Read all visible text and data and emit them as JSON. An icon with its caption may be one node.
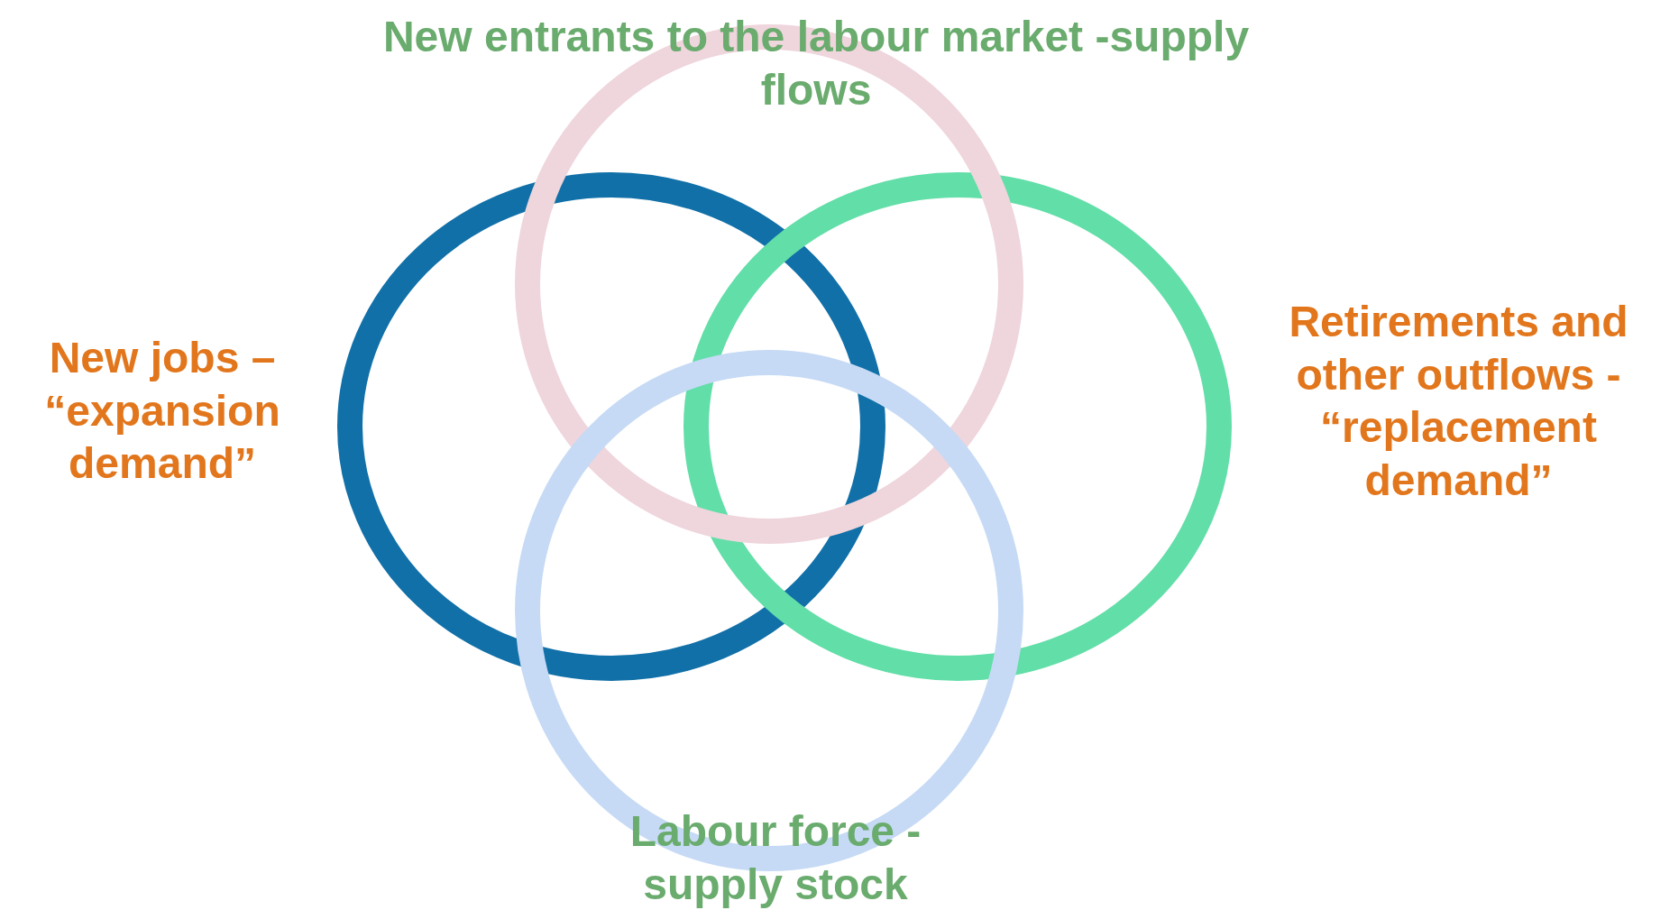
{
  "diagram": {
    "nodes": [
      {
        "text": [
          "New entrants to the labour market -supply flows"
        ]
      },
      {
        "text": [
          "New jobs – “expansion demand”"
        ]
      },
      {
        "text": [
          "Retirements and other outflows - “replacement demand”"
        ]
      },
      {
        "text": [
          "Labour force - supply stock"
        ]
      }
    ]
  }
}
